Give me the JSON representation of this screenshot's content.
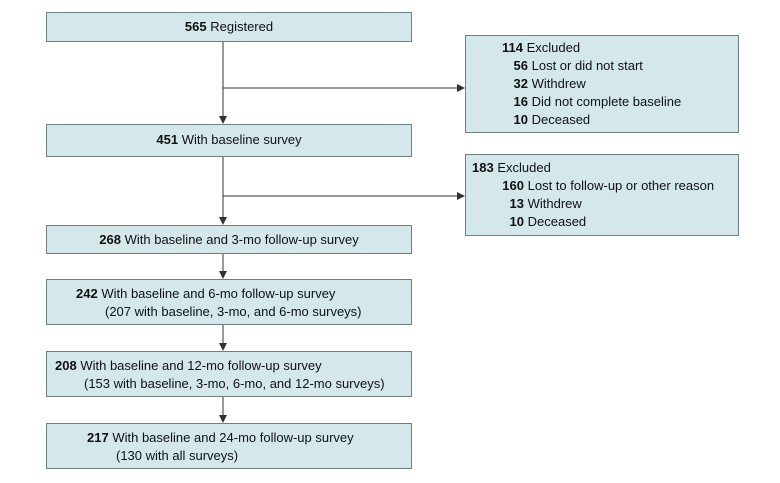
{
  "flow": {
    "registered": {
      "count": "565",
      "label": "Registered"
    },
    "baseline": {
      "count": "451",
      "label": "With baseline survey"
    },
    "m3": {
      "count": "268",
      "label": "With baseline and 3-mo follow-up survey"
    },
    "m6": {
      "count": "242",
      "label": "With baseline and 6-mo follow-up survey",
      "sub": "(207 with baseline, 3-mo, and 6-mo surveys)"
    },
    "m12": {
      "count": "208",
      "label": "With baseline and 12-mo follow-up survey",
      "sub": "(153 with baseline, 3-mo, 6-mo, and 12-mo surveys)"
    },
    "m24": {
      "count": "217",
      "label": "With baseline and 24-mo follow-up survey",
      "sub": "(130 with all surveys)"
    }
  },
  "excluded1": {
    "count": "114",
    "label": "Excluded",
    "items": [
      {
        "count": "56",
        "label": "Lost or did not start"
      },
      {
        "count": "32",
        "label": "Withdrew"
      },
      {
        "count": "16",
        "label": "Did not complete baseline"
      },
      {
        "count": "10",
        "label": "Deceased"
      }
    ]
  },
  "excluded2": {
    "count": "183",
    "label": "Excluded",
    "items": [
      {
        "count": "160",
        "label": "Lost to follow-up or other reason"
      },
      {
        "count": "13",
        "label": "Withdrew"
      },
      {
        "count": "10",
        "label": "Deceased"
      }
    ]
  },
  "colors": {
    "box_fill": "#d4e8ec",
    "box_border": "#6f7f84",
    "line": "#333333"
  }
}
